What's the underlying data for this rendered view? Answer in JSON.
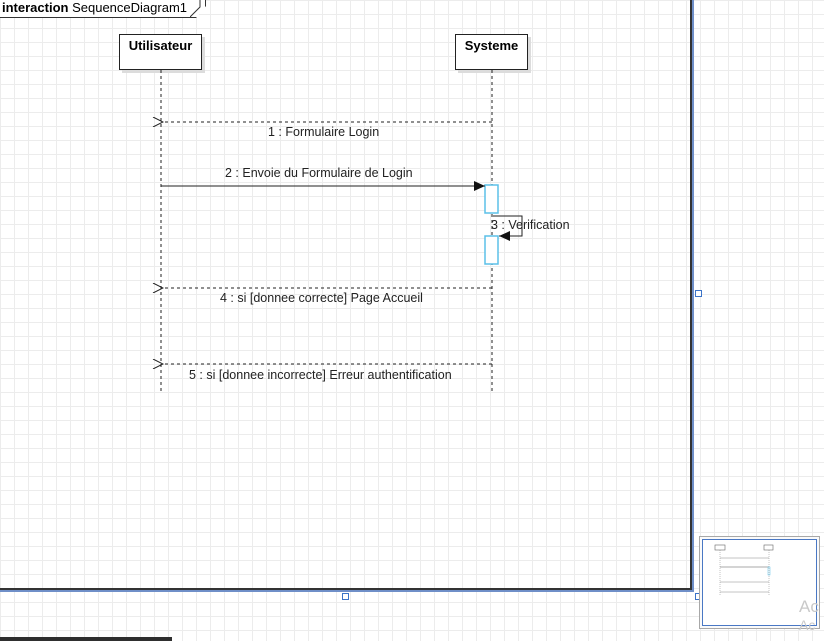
{
  "frame": {
    "keyword": "interaction",
    "name": "SequenceDiagram1"
  },
  "lifelines": [
    {
      "name": "Utilisateur"
    },
    {
      "name": "Systeme"
    }
  ],
  "messages": [
    {
      "label": "1 : Formulaire Login",
      "kind": "return"
    },
    {
      "label": "2 : Envoie du Formulaire de Login",
      "kind": "sync"
    },
    {
      "label": "3 : Verification",
      "kind": "self"
    },
    {
      "label": "4 : si [donnee correcte] Page Accueil",
      "kind": "return"
    },
    {
      "label": "5 : si [donnee incorrecte] Erreur authentification",
      "kind": "return"
    }
  ],
  "watermark": {
    "line1": "Ac",
    "line2": "Ac"
  },
  "colors": {
    "activation": "#5bc0e8",
    "selection": "#3b73c8"
  }
}
